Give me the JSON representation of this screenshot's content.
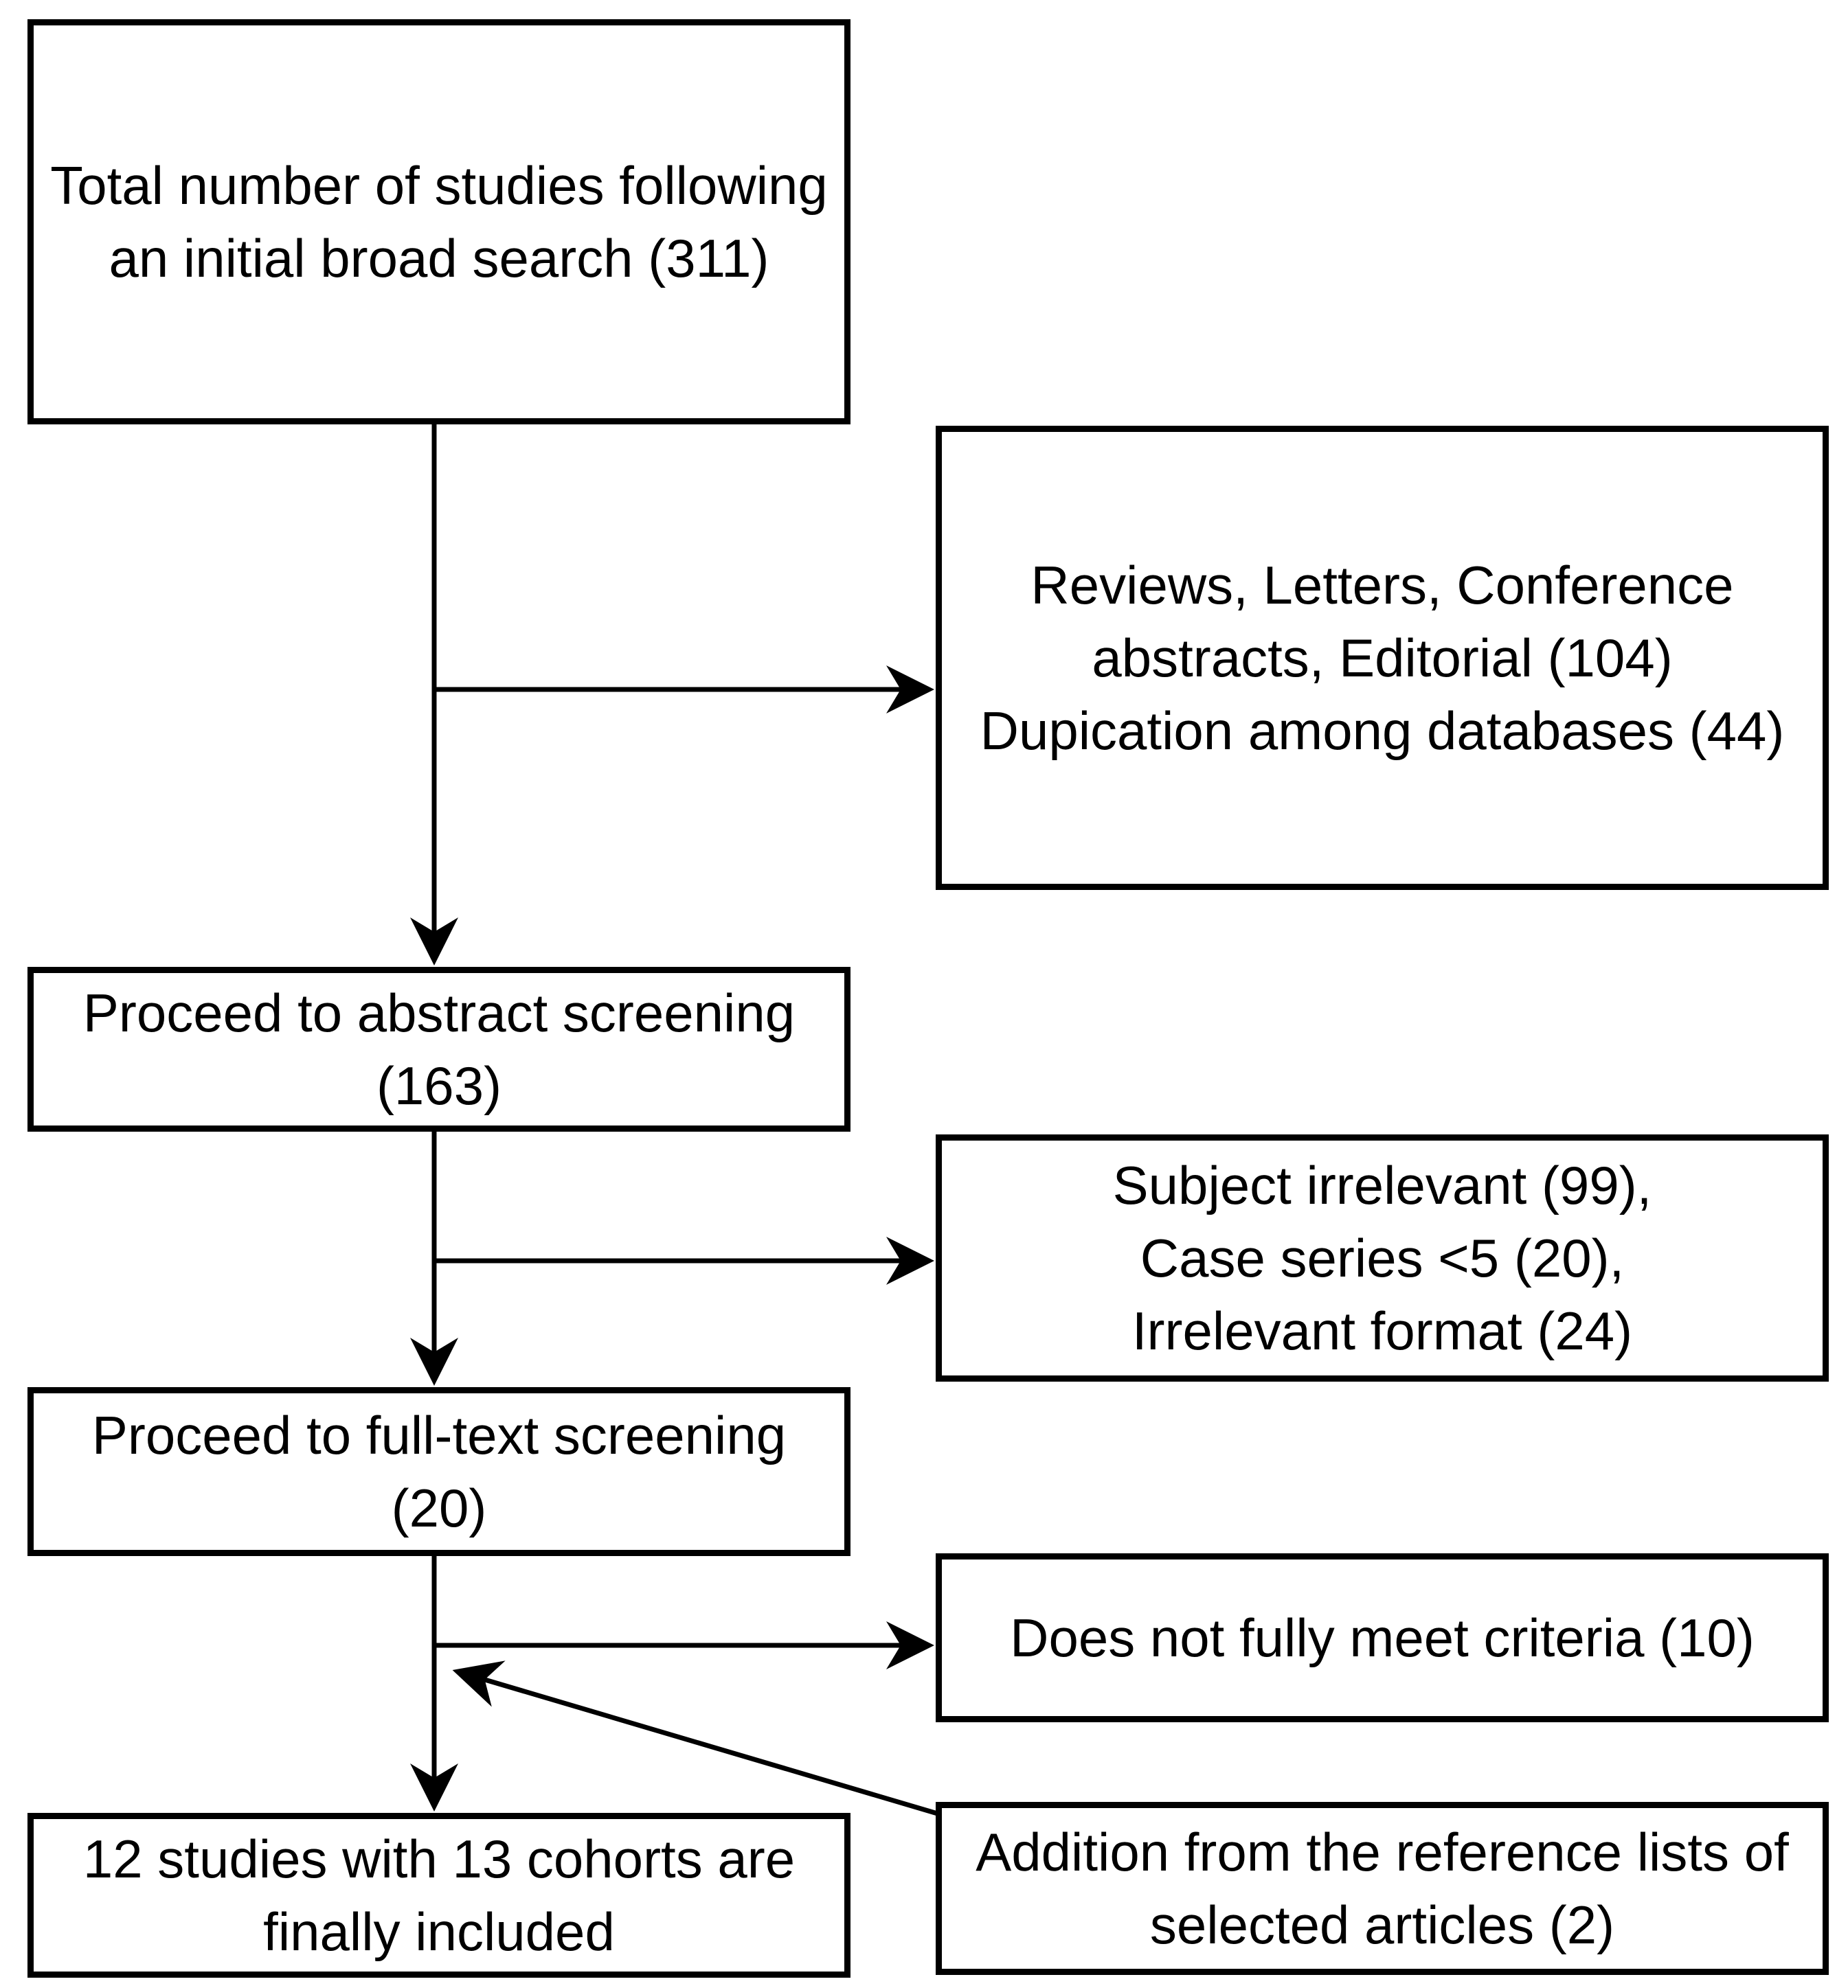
{
  "diagram": {
    "type": "flowchart",
    "colors": {
      "box_border": "#000000",
      "arrow": "#000000",
      "text": "#000000",
      "background": "#ffffff"
    },
    "nodes": {
      "initial_search": {
        "label": "Total number of studies following\nan initial broad search (311)"
      },
      "excluded_reviews": {
        "label": "Reviews, Letters, Conference\nabstracts, Editorial (104)\nDupication among databases (44)"
      },
      "abstract_screening": {
        "label": "Proceed to abstract screening\n(163)"
      },
      "excluded_subject": {
        "label": "Subject irrelevant (99),\nCase series <5 (20),\nIrrelevant format (24)"
      },
      "fulltext_screening": {
        "label": "Proceed to full-text screening\n(20)"
      },
      "excluded_criteria": {
        "label": "Does not fully meet criteria (10)"
      },
      "included": {
        "label": "12 studies with 13 cohorts are\nfinally included"
      },
      "reference_addition": {
        "label": "Addition from the reference lists of\nselected articles (2)"
      }
    },
    "edges": [
      {
        "from": "initial_search",
        "to": "abstract_screening"
      },
      {
        "from": "initial_search",
        "to": "excluded_reviews"
      },
      {
        "from": "abstract_screening",
        "to": "fulltext_screening"
      },
      {
        "from": "abstract_screening",
        "to": "excluded_subject"
      },
      {
        "from": "fulltext_screening",
        "to": "included"
      },
      {
        "from": "fulltext_screening",
        "to": "excluded_criteria"
      },
      {
        "from": "reference_addition",
        "to": "included"
      }
    ]
  }
}
